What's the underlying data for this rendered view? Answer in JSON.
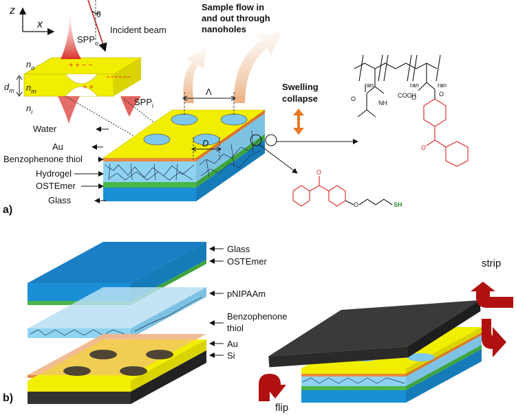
{
  "panel_a": {
    "panel_label": "a)",
    "axis_z": "z",
    "axis_x": "x",
    "theta": "θ",
    "incident_beam": "Incident beam",
    "sample_flow_line1": "Sample flow in",
    "sample_flow_line2": "and out through",
    "sample_flow_line3": "nanoholes",
    "spp_o": "SPP",
    "spp_o_sub": "o",
    "spp_i": "SPP",
    "spp_i_sub": "i",
    "n_o": "n",
    "n_o_sub": "o",
    "n_m": "n",
    "n_m_sub": "m",
    "n_i": "n",
    "n_i_sub": "i",
    "d_m": "d",
    "d_m_sub": "m",
    "lambda": "Λ",
    "diameter": "D",
    "swelling_line1": "Swelling",
    "swelling_line2": "collapse",
    "layers": [
      "Water",
      "Au",
      "Benzophenone thiol",
      "Hydrogel",
      "OSTEmer",
      "Glass"
    ],
    "polymer_labels": {
      "ran1": "ran",
      "ran2": "ran",
      "ran3": "ran",
      "nh": "NH",
      "o1": "O",
      "cooh": "COOH",
      "o2": "O",
      "o3": "O",
      "o4": "O"
    },
    "thiol_labels": {
      "o_ketone": "O",
      "o_ether": "O",
      "sh": "SH"
    }
  },
  "panel_b": {
    "panel_label": "b)",
    "layers": [
      "Glass",
      "OSTEmer",
      "pNIPAAm",
      "Benzophenone",
      "thiol",
      "Au",
      "Si"
    ],
    "strip": "strip",
    "flip": "flip"
  },
  "colors": {
    "gold": "#f2ee00",
    "gold_dark": "#c8c000",
    "water": "#7ec8ee",
    "hydrogel": "#8fd3f2",
    "orange_layer": "#e98a3c",
    "green_layer": "#49b649",
    "glass": "#1a8fd6",
    "arrow_red": "#b01010",
    "chem_red": "#d92222",
    "spp_red": "#d9302a",
    "swell_orange": "#e87722",
    "si_dark": "#333333"
  }
}
